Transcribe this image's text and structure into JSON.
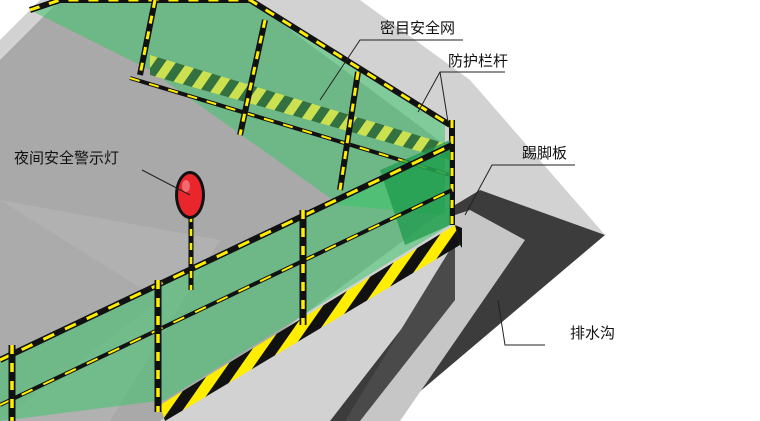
{
  "labels": {
    "safety_net": "密目安全网",
    "guardrail": "防护栏杆",
    "toe_board": "踢脚板",
    "night_light": "夜间安全警示灯",
    "drain": "排水沟"
  },
  "colors": {
    "pit": "#a6a6a6",
    "pit_dark": "#8c8c8c",
    "ground": "#c9c9c9",
    "drain": "#3c3c3c",
    "net": "#3cc46a",
    "net_dark": "#1f9a4c",
    "yellow": "#ffee00",
    "black": "#111111",
    "lamp_red": "#e8262c"
  }
}
